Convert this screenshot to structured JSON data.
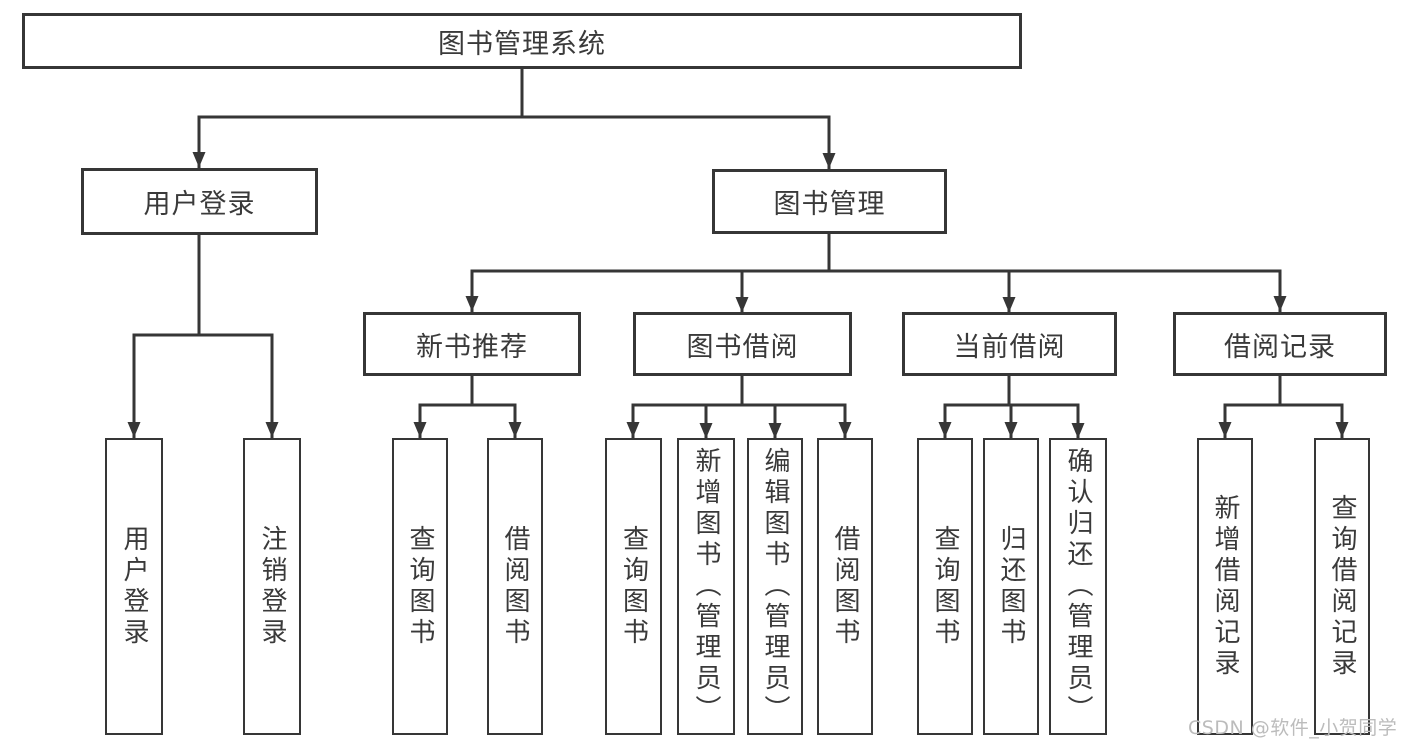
{
  "diagram": {
    "root": {
      "label": "图书管理系统"
    },
    "level2": [
      {
        "label": "用户登录"
      },
      {
        "label": "图书管理"
      }
    ],
    "level3": [
      {
        "label": "新书推荐"
      },
      {
        "label": "图书借阅"
      },
      {
        "label": "当前借阅"
      },
      {
        "label": "借阅记录"
      }
    ],
    "leaves": {
      "user_login": [
        "用户登录",
        "注销登录"
      ],
      "new_book": [
        "查询图书",
        "借阅图书"
      ],
      "book_borrow": [
        "查询图书",
        "新增图书（管理员）",
        "编辑图书（管理员）",
        "借阅图书"
      ],
      "current_borrow": [
        "查询图书",
        "归还图书",
        "确认归还（管理员）"
      ],
      "borrow_records": [
        "新增借阅记录",
        "查询借阅记录"
      ]
    },
    "colors": {
      "line": "#363636",
      "text": "#3a3a3a",
      "watermark": "#bcbcbc",
      "bg": "#ffffff"
    }
  },
  "watermark": {
    "text": "CSDN @软件_小贺同学"
  }
}
